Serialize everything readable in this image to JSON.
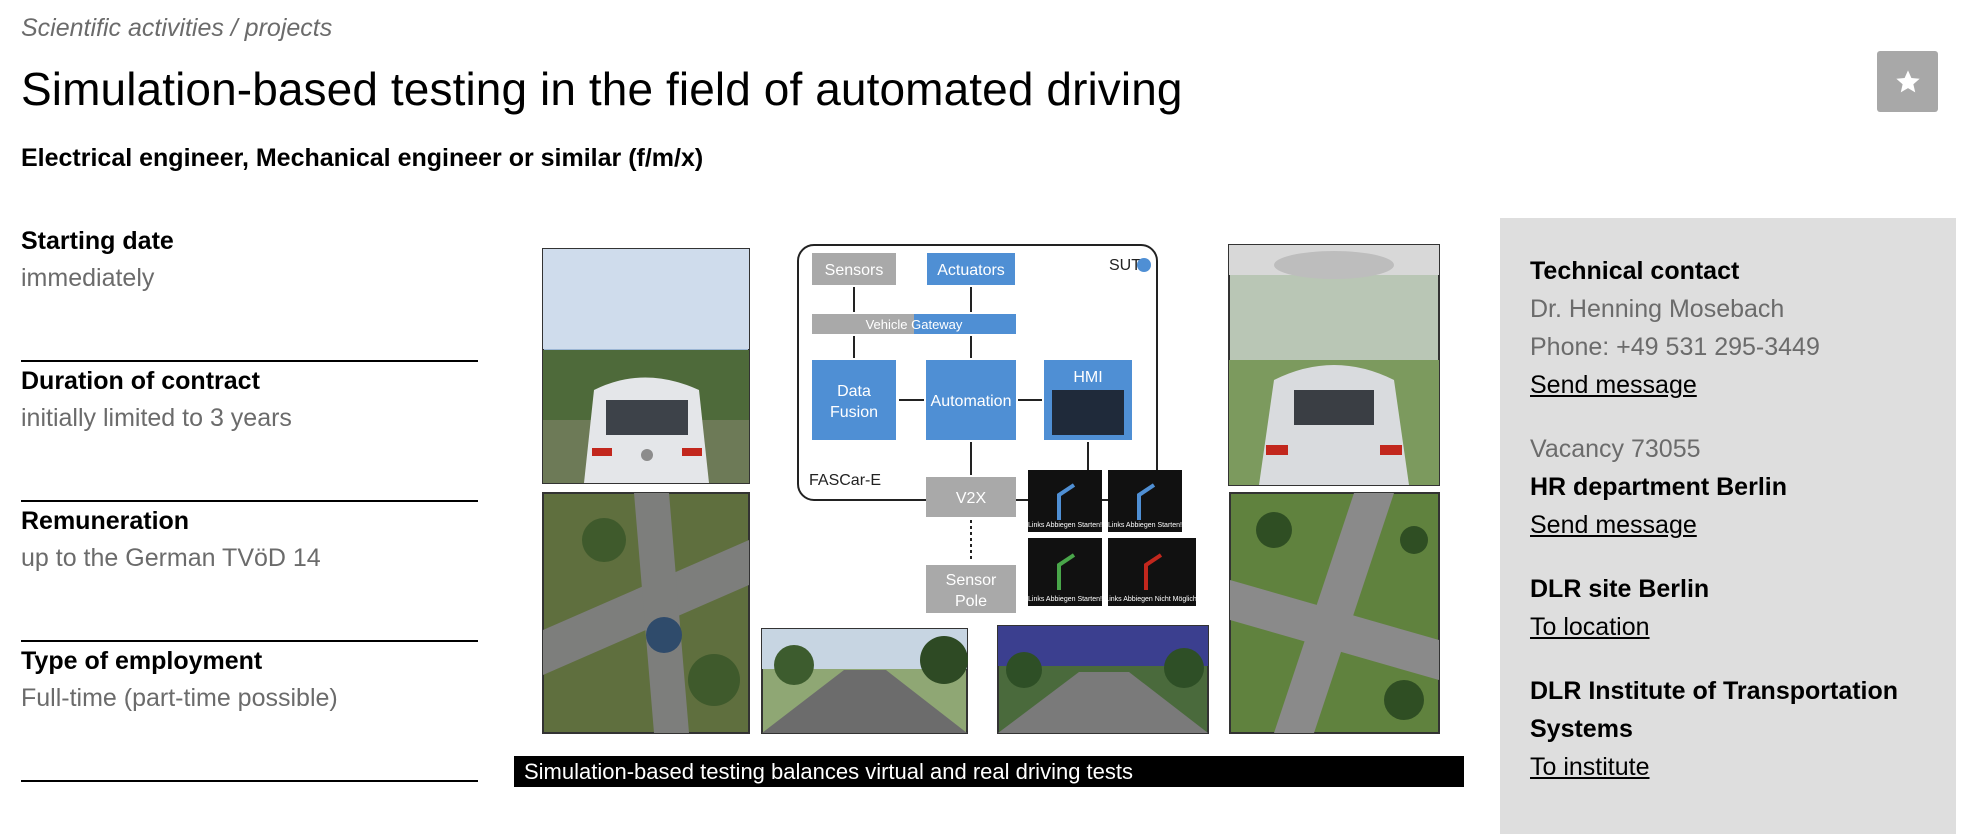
{
  "header": {
    "breadcrumb": "Scientific activities / projects",
    "title": "Simulation-based testing in the field of automated driving",
    "subtitle": "Electrical engineer, Mechanical engineer or similar (f/m/x)"
  },
  "facts": [
    {
      "label": "Starting date",
      "value": "immediately"
    },
    {
      "label": "Duration of contract",
      "value": "initially limited to 3 years"
    },
    {
      "label": "Remuneration",
      "value": "up to the German TVöD 14"
    },
    {
      "label": "Type of employment",
      "value": "Full-time (part-time possible)"
    }
  ],
  "figure": {
    "caption": "Simulation-based testing balances virtual and real driving tests",
    "diagram": {
      "sensors": "Sensors",
      "actuators": "Actuators",
      "sut": "SUT",
      "gateway": "Vehicle Gateway",
      "data_fusion_1": "Data",
      "data_fusion_2": "Fusion",
      "automation": "Automation",
      "hmi": "HMI",
      "fascar": "FASCar-E",
      "v2x": "V2X",
      "sensor_pole_1": "Sensor",
      "sensor_pole_2": "Pole",
      "tile_start": "Links Abbiegen Starten!",
      "tile_not_possible": "Links Abbiegen Nicht Möglich!"
    }
  },
  "contact": {
    "technical_head": "Technical contact",
    "technical_name": "Dr. Henning Mosebach",
    "technical_phone": "Phone: +49 531 295-3449",
    "technical_link": "Send message",
    "vacancy": "Vacancy 73055",
    "hr_head": "HR department Berlin",
    "hr_link": "Send message",
    "site_head": "DLR site Berlin",
    "site_link": "To location",
    "institute_head": "DLR Institute of Transportation Systems",
    "institute_link": "To institute"
  },
  "colors": {
    "panel_bg": "#dedede",
    "muted_text": "#6b6b6b",
    "diagram_blue": "#4f8fd4",
    "diagram_gray": "#a9a9a9"
  }
}
